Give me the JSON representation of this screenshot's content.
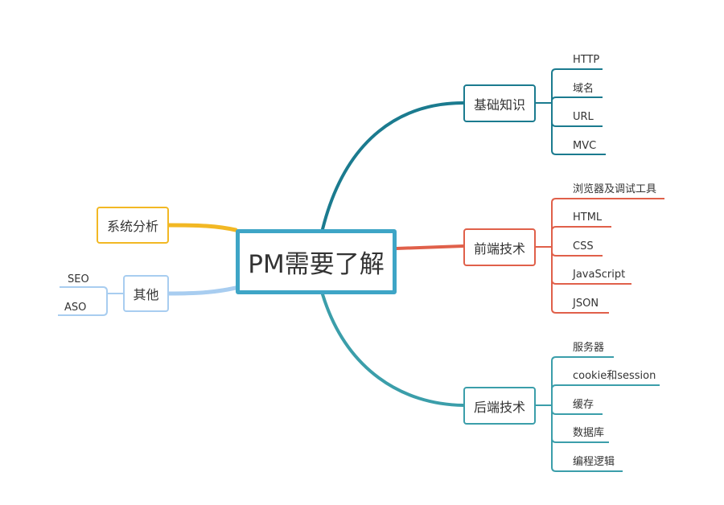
{
  "central": {
    "label": "PM需要了解"
  },
  "branches": [
    {
      "key": "basics",
      "label": "基础知识",
      "color": "#1b7b8f",
      "leaves": [
        "HTTP",
        "域名",
        "URL",
        "MVC"
      ]
    },
    {
      "key": "frontend",
      "label": "前端技术",
      "color": "#e0604a",
      "leaves": [
        "浏览器及调试工具",
        "HTML",
        "CSS",
        "JavaScript",
        "JSON"
      ]
    },
    {
      "key": "backend",
      "label": "后端技术",
      "color": "#3b9eaa",
      "leaves": [
        "服务器",
        "cookie和session",
        "缓存",
        "数据库",
        "编程逻辑"
      ]
    },
    {
      "key": "sysanalysis",
      "label": "系统分析",
      "color": "#f2b824",
      "leaves": []
    },
    {
      "key": "other",
      "label": "其他",
      "color": "#a8cdf0",
      "leaves": [
        "SEO",
        "ASO"
      ]
    }
  ]
}
